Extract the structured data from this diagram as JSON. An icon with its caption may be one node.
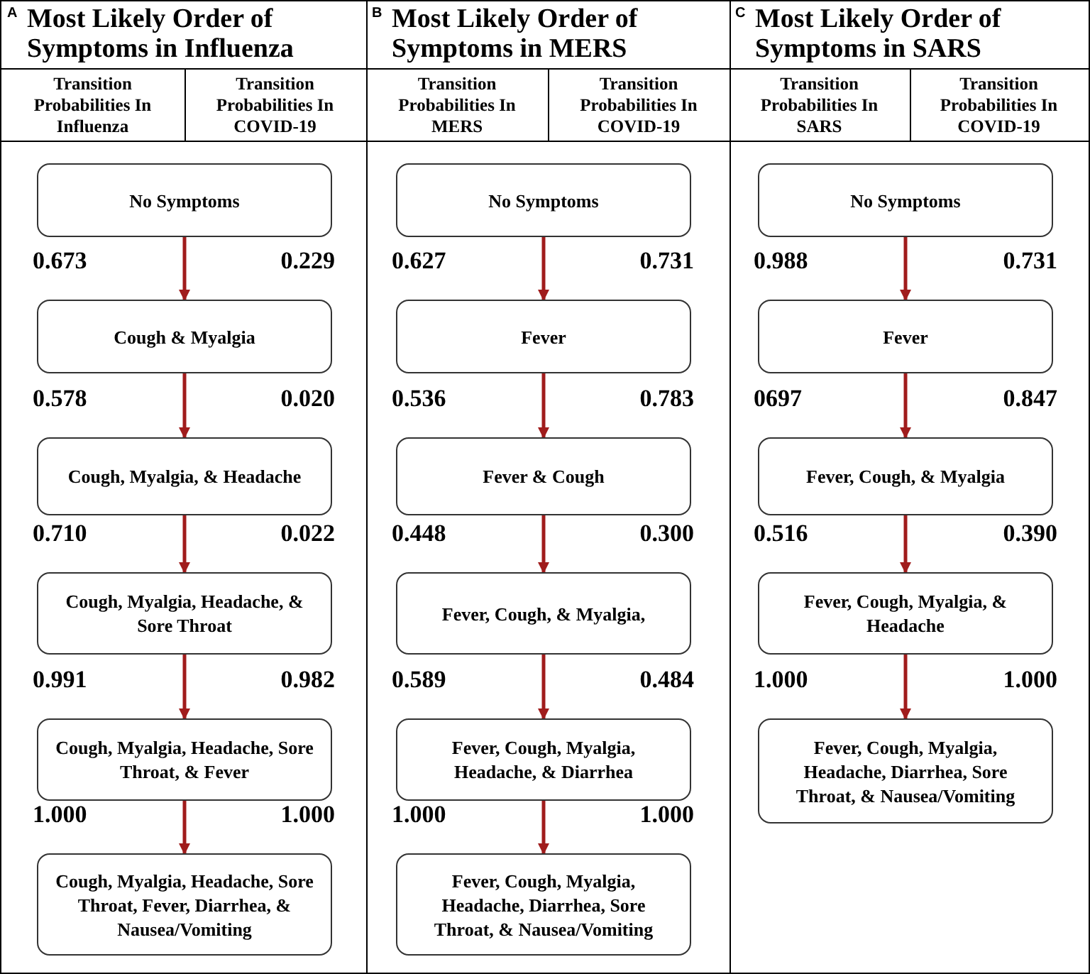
{
  "diagram": {
    "nodes": [
      {
        "text": [
          "A",
          "Most Likely Order of Symptoms in Influenza",
          "Transition Probabilities In Influenza",
          "Transition Probabilities In COVID-19"
        ]
      },
      {
        "text": [
          "No Symptoms"
        ],
        "in": 0
      },
      {
        "text": [
          "Cough & Myalgia"
        ],
        "in": 0
      },
      {
        "text": [
          "Cough, Myalgia, & Headache"
        ],
        "in": 0
      },
      {
        "text": [
          "Cough, Myalgia, Headache, & Sore Throat"
        ],
        "in": 0
      },
      {
        "text": [
          "Cough, Myalgia, Headache, Sore Throat, & Fever"
        ],
        "in": 0
      },
      {
        "text": [
          "Cough, Myalgia, Headache, Sore Throat, Fever, Diarrhea, & Nausea/Vomiting"
        ],
        "in": 0
      },
      {
        "text": [
          "B",
          "Most Likely Order of Symptoms in MERS",
          "Transition Probabilities In MERS",
          "Transition Probabilities In COVID-19"
        ]
      },
      {
        "text": [
          "No Symptoms"
        ],
        "in": 7
      },
      {
        "text": [
          "Fever"
        ],
        "in": 7
      },
      {
        "text": [
          "Fever & Cough"
        ],
        "in": 7
      },
      {
        "text": [
          "Fever, Cough, & Myalgia,"
        ],
        "in": 7
      },
      {
        "text": [
          "Fever, Cough, Myalgia, Headache, & Diarrhea"
        ],
        "in": 7
      },
      {
        "text": [
          "Fever, Cough, Myalgia, Headache, Diarrhea, Sore Throat, & Nausea/Vomiting"
        ],
        "in": 7
      },
      {
        "text": [
          "C",
          "Most Likely Order of Symptoms in SARS",
          "Transition Probabilities In SARS",
          "Transition Probabilities In COVID-19"
        ]
      },
      {
        "text": [
          "No Symptoms"
        ],
        "in": 14
      },
      {
        "text": [
          "Fever"
        ],
        "in": 14
      },
      {
        "text": [
          "Fever, Cough, & Myalgia"
        ],
        "in": 14
      },
      {
        "text": [
          "Fever, Cough, Myalgia, & Headache"
        ],
        "in": 14
      },
      {
        "text": [
          "Fever, Cough, Myalgia, Headache, Diarrhea, Sore Throat, & Nausea/Vomiting"
        ],
        "in": 14
      }
    ],
    "edges": [
      {
        "from": 1,
        "to": 2,
        "arrow": "to"
      },
      {
        "from": 2,
        "to": 3,
        "arrow": "to"
      },
      {
        "from": 3,
        "to": 4,
        "arrow": "to"
      },
      {
        "from": 4,
        "to": 5,
        "arrow": "to"
      },
      {
        "from": 5,
        "to": 6,
        "arrow": "to"
      },
      {
        "from": 8,
        "to": 9,
        "arrow": "to"
      },
      {
        "from": 9,
        "to": 10,
        "arrow": "to"
      },
      {
        "from": 10,
        "to": 11,
        "arrow": "to"
      },
      {
        "from": 11,
        "to": 12,
        "arrow": "to"
      },
      {
        "from": 12,
        "to": 13,
        "arrow": "to"
      },
      {
        "from": 15,
        "to": 16,
        "arrow": "to"
      },
      {
        "from": 16,
        "to": 17,
        "arrow": "to"
      },
      {
        "from": 17,
        "to": 18,
        "arrow": "to"
      },
      {
        "from": 18,
        "to": 19,
        "arrow": "to"
      }
    ],
    "labels": [
      "0.673",
      "0.229",
      "0.578",
      "0.020",
      "0.710",
      "0.022",
      "0.991",
      "0.982",
      "1.000",
      "1.000",
      "0.627",
      "0.731",
      "0.536",
      "0.783",
      "0.448",
      "0.300",
      "0.589",
      "0.484",
      "1.000",
      "1.000",
      "0.988",
      "0.731",
      "0697",
      "0.847",
      "0.516",
      "0.390",
      "1.000",
      "1.000"
    ]
  }
}
